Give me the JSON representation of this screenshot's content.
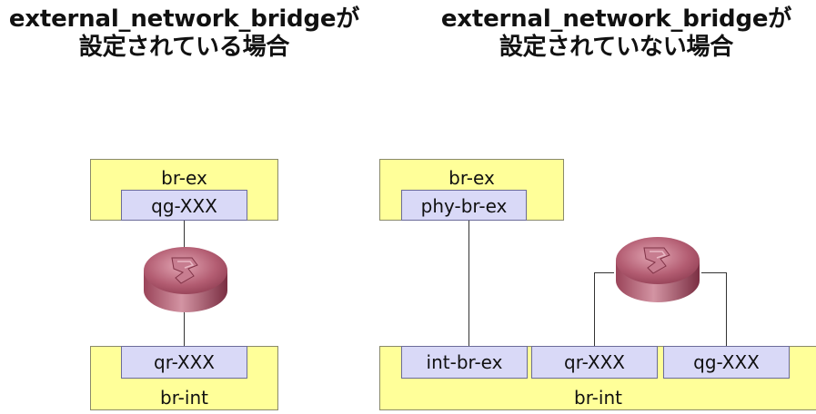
{
  "titles": {
    "left": {
      "line1": "external_network_bridgeが",
      "line2": "設定されている場合"
    },
    "right": {
      "line1": "external_network_bridgeが",
      "line2": "設定されていない場合"
    }
  },
  "left_diagram": {
    "br_ex": {
      "label": "br-ex",
      "port": "qg-XXX"
    },
    "br_int": {
      "label": "br-int",
      "port": "qr-XXX"
    }
  },
  "right_diagram": {
    "br_ex": {
      "label": "br-ex",
      "port": "phy-br-ex"
    },
    "br_int": {
      "label": "br-int",
      "ports": [
        "int-br-ex",
        "qr-XXX",
        "qg-XXX"
      ]
    }
  },
  "colors": {
    "bridge_fill": "#ffff99",
    "port_fill": "#d9d9f7",
    "router_fill": "#b25a6e"
  },
  "icons": {
    "router": "router-icon"
  }
}
